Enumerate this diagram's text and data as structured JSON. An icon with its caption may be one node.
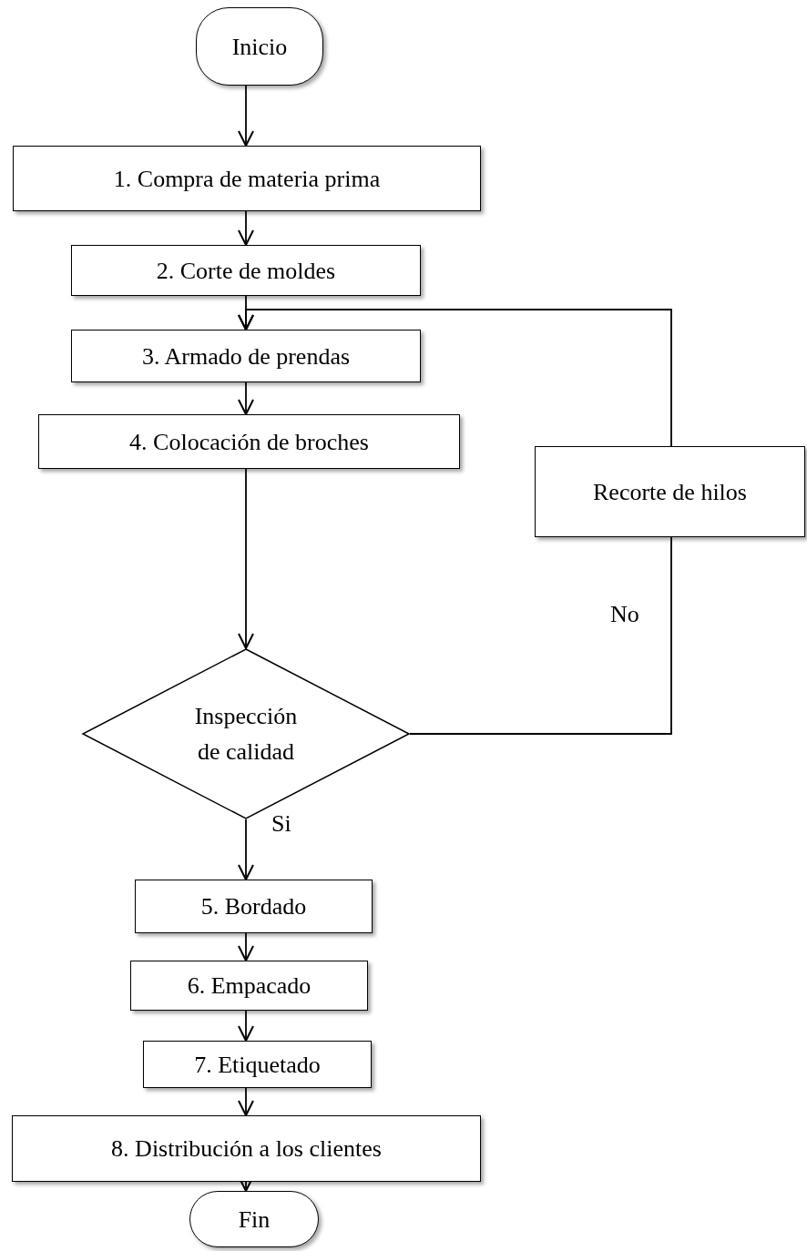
{
  "diagram": {
    "nodes": [
      {
        "text": [
          "Inicio"
        ]
      },
      {
        "text": [
          "1. Compra de materia prima"
        ]
      },
      {
        "text": [
          "2. Corte de moldes"
        ]
      },
      {
        "text": [
          "3. Armado de prendas"
        ]
      },
      {
        "text": [
          "4. Colocación de broches"
        ]
      },
      {
        "text": [
          "Recorte de hilos"
        ]
      },
      {
        "text": [
          "Inspección de calidad"
        ]
      },
      {
        "text": [
          "5. Bordado"
        ]
      },
      {
        "text": [
          "6. Empacado"
        ]
      },
      {
        "text": [
          "7. Etiquetado"
        ]
      },
      {
        "text": [
          "8. Distribución a los clientes"
        ]
      },
      {
        "text": [
          "Fin"
        ]
      }
    ],
    "edges": [
      {
        "from": 0,
        "to": 1,
        "arrow": "to"
      },
      {
        "from": 1,
        "to": 2,
        "arrow": "to"
      },
      {
        "from": 2,
        "to": 3,
        "arrow": "to"
      },
      {
        "from": 3,
        "to": 4,
        "arrow": "to"
      },
      {
        "from": 4,
        "to": 6,
        "arrow": "to"
      },
      {
        "from": 6,
        "to": 5,
        "arrow": "none",
        "label": "No"
      },
      {
        "from": 5,
        "to": 3,
        "arrow": "to"
      },
      {
        "from": 6,
        "to": 7,
        "arrow": "to",
        "label": "Si"
      },
      {
        "from": 7,
        "to": 8,
        "arrow": "to"
      },
      {
        "from": 8,
        "to": 9,
        "arrow": "to"
      },
      {
        "from": 9,
        "to": 10,
        "arrow": "to"
      },
      {
        "from": 10,
        "to": 11,
        "arrow": "to"
      }
    ]
  }
}
